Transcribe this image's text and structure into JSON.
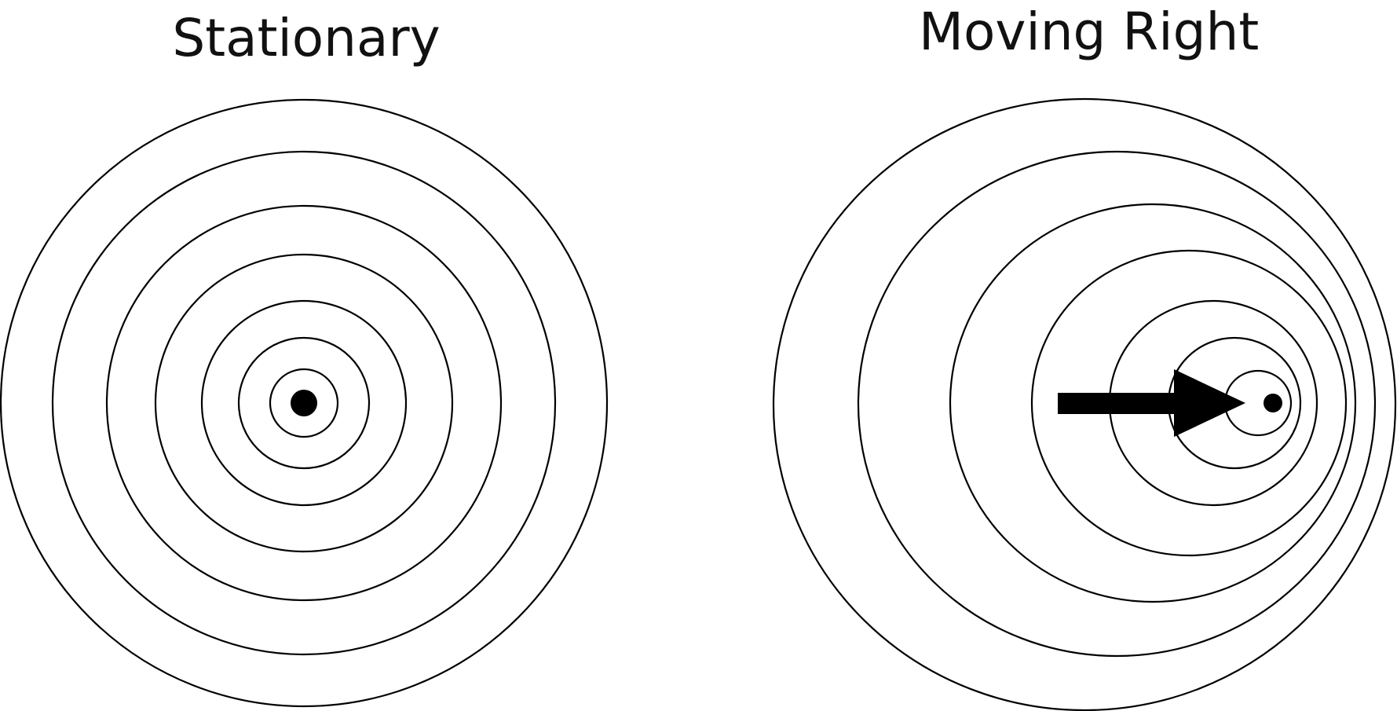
{
  "panels": [
    {
      "title": "Stationary",
      "source_label": "",
      "ring_count": 7,
      "moving": false
    },
    {
      "title": "Moving Right",
      "source_label": "",
      "ring_count": 7,
      "moving": true,
      "direction": "right"
    }
  ],
  "colors": {
    "stroke": "#000000",
    "background": "#ffffff"
  },
  "icons": {
    "arrow": "arrow-right-icon",
    "source": "dot-icon"
  }
}
